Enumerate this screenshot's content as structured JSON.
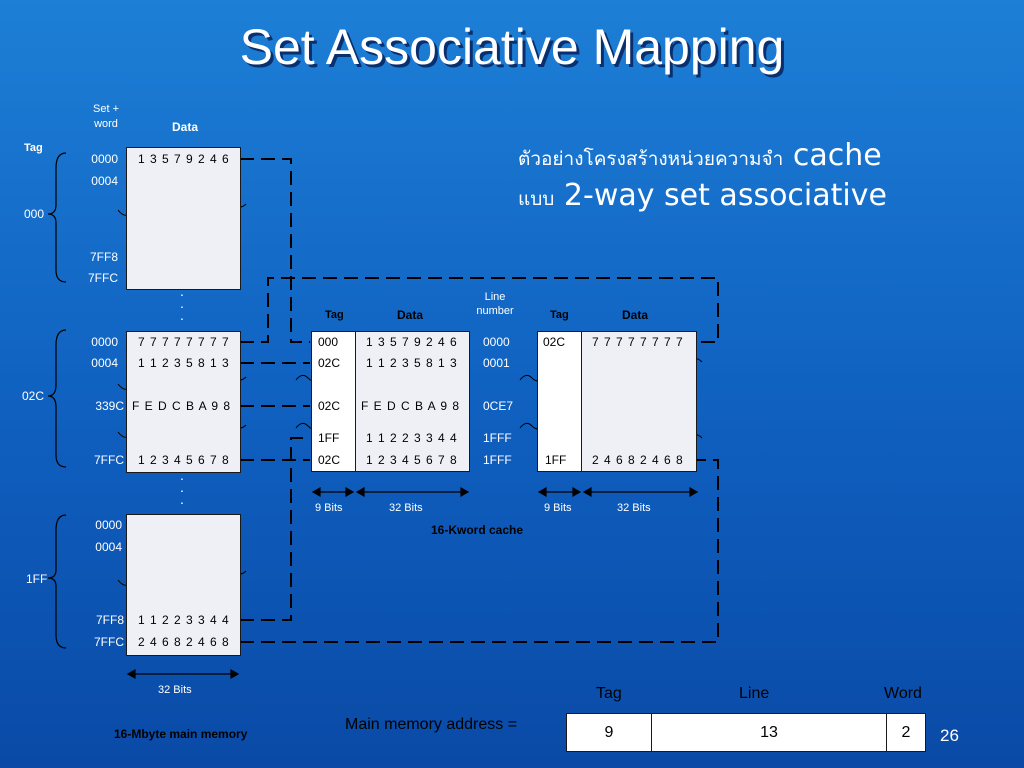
{
  "slide": {
    "title": "Set Associative Mapping",
    "description_line1_thai": "ตัวอย่างโครงสร้างหน่วยความจำ",
    "description_line1_en": "cache",
    "description_line2_thai": "แบบ",
    "description_line2_en": "2-way set associative",
    "page_number": "26"
  },
  "main_memory": {
    "header_set_word": "Set + word",
    "header_data": "Data",
    "header_tag": "Tag",
    "caption": "16-Mbyte main memory",
    "width_label": "32 Bits",
    "dots": "·",
    "groups": [
      {
        "tag": "000",
        "rows": [
          {
            "addr": "0000",
            "data": "1 3 5 7 9 2 4 6"
          },
          {
            "addr": "0004",
            "data": ""
          },
          {
            "addr": "7FF8",
            "data": ""
          },
          {
            "addr": "7FFC",
            "data": ""
          }
        ]
      },
      {
        "tag": "02C",
        "rows": [
          {
            "addr": "0000",
            "data": "7 7 7 7 7 7 7 7"
          },
          {
            "addr": "0004",
            "data": "1 1 2 3 5 8 1 3"
          },
          {
            "addr": "339C",
            "data": "F E D C B A 9 8"
          },
          {
            "addr": "7FFC",
            "data": "1 2 3 4 5 6 7 8"
          }
        ]
      },
      {
        "tag": "1FF",
        "rows": [
          {
            "addr": "0000",
            "data": ""
          },
          {
            "addr": "0004",
            "data": ""
          },
          {
            "addr": "7FF8",
            "data": "1 1 2 2 3 3 4 4"
          },
          {
            "addr": "7FFC",
            "data": "2 4 6 8 2 4 6 8"
          }
        ]
      }
    ]
  },
  "cache": {
    "caption": "16-Kword cache",
    "line_number_header": "Line number",
    "way1": {
      "tag_header": "Tag",
      "data_header": "Data",
      "tag_bits": "9 Bits",
      "data_bits": "32 Bits",
      "rows": [
        {
          "tag": "000",
          "data": "1 3 5 7 9 2 4 6",
          "line": "0000"
        },
        {
          "tag": "02C",
          "data": "1 1 2 3 5 8 1 3",
          "line": "0001"
        },
        {
          "tag": "02C",
          "data": "F E D C B A 9 8",
          "line": "0CE7"
        },
        {
          "tag": "1FF",
          "data": "1 1 2 2 3 3 4 4",
          "line": "1FFF"
        },
        {
          "tag": "02C",
          "data": "1 2 3 4 5 6 7 8",
          "line": "1FFF"
        }
      ]
    },
    "way2": {
      "tag_header": "Tag",
      "data_header": "Data",
      "tag_bits": "9 Bits",
      "data_bits": "32 Bits",
      "rows": [
        {
          "tag": "02C",
          "data": "7 7 7 7 7 7 7 7"
        },
        {
          "tag": "1FF",
          "data": "2 4 6 8 2 4 6 8"
        }
      ]
    }
  },
  "address_format": {
    "label": "Main memory address =",
    "fields": [
      {
        "name": "Tag",
        "bits": "9"
      },
      {
        "name": "Line",
        "bits": "13"
      },
      {
        "name": "Word",
        "bits": "2"
      }
    ]
  }
}
